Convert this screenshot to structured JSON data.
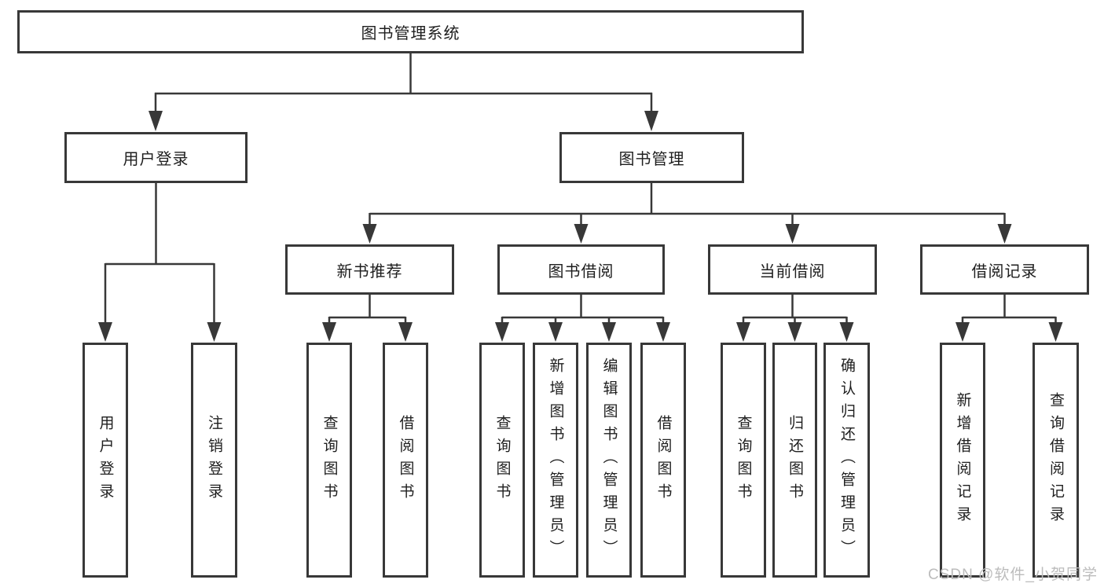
{
  "diagram": {
    "tree": {
      "root": {
        "label": "图书管理系统"
      },
      "branches": [
        {
          "label": "用户登录",
          "children": [
            {
              "label": "用户登录"
            },
            {
              "label": "注销登录"
            }
          ]
        },
        {
          "label": "图书管理",
          "children": [
            {
              "label": "新书推荐",
              "children": [
                {
                  "label": "查询图书"
                },
                {
                  "label": "借阅图书"
                }
              ]
            },
            {
              "label": "图书借阅",
              "children": [
                {
                  "label": "查询图书"
                },
                {
                  "label": "新增图书（管理员）"
                },
                {
                  "label": "编辑图书（管理员）"
                },
                {
                  "label": "借阅图书"
                }
              ]
            },
            {
              "label": "当前借阅",
              "children": [
                {
                  "label": "查询图书"
                },
                {
                  "label": "归还图书"
                },
                {
                  "label": "确认归还（管理员）"
                }
              ]
            },
            {
              "label": "借阅记录",
              "children": [
                {
                  "label": "新增借阅记录"
                },
                {
                  "label": "查询借阅记录"
                }
              ]
            }
          ]
        }
      ]
    },
    "colors": {
      "line": "#383838",
      "text": "#1e1e1e",
      "background": "#ffffff",
      "watermark_text": "#bcbcbc"
    },
    "watermark": {
      "text": "CSDN @软件_小贺同学"
    }
  }
}
